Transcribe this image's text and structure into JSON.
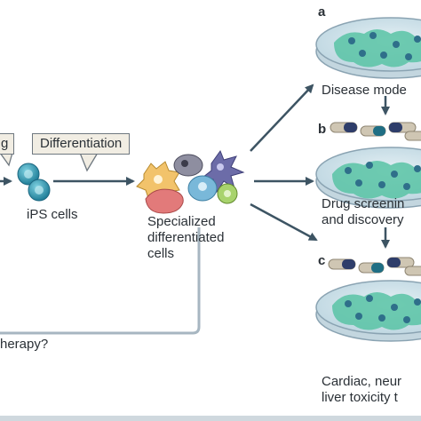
{
  "left_callout": "g",
  "differentiation_callout": "Differentiation",
  "ips_label": "iPS cells",
  "specialized_label": [
    "Specialized",
    "differentiated",
    "cells"
  ],
  "therapy_label": "herapy?",
  "panel_a": {
    "letter": "a",
    "label": "Disease mode"
  },
  "panel_b": {
    "letter": "b",
    "label_line1": "Drug screenin",
    "label_line2": "and discovery"
  },
  "panel_c": {
    "letter": "c",
    "label_line1": "Cardiac, neur",
    "label_line2": "liver toxicity t"
  },
  "colors": {
    "arrow": "#3d5463",
    "callout_fill": "#f1ede3",
    "dish_fill": "#d5e6ee",
    "dish_rim": "#8aa3b2",
    "tissue_green": "#58c3a5",
    "nucleus": "#2f6f8a",
    "ips_cell": "#3aa0b8",
    "capsule_navy": "#2e3d6a",
    "capsule_tan": "#cfc6b3"
  },
  "icons": [
    "dish-icon",
    "cell-icon",
    "capsule-icon",
    "arrow-icon"
  ]
}
